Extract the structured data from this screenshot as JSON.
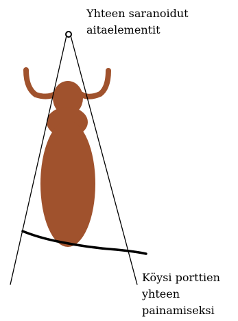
{
  "labels": {
    "hinge": [
      "Yhteen saranoidut",
      "aitaelementit"
    ],
    "rope": [
      "Köysi porttien",
      "yhteen",
      "painamiseksi"
    ]
  },
  "colors": {
    "animal": "#a0522d",
    "lines": "#000000",
    "background": "#ffffff"
  }
}
